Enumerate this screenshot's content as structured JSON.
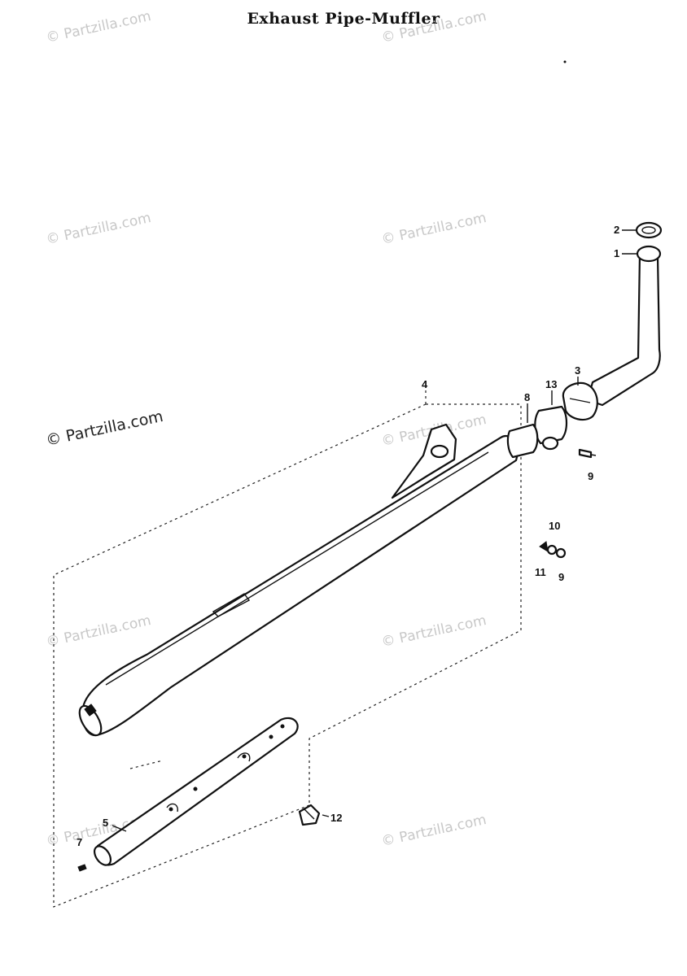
{
  "title": "Exhaust Pipe-Muffler",
  "watermark": "© Partzilla.com",
  "callouts": {
    "c1": "1",
    "c2": "2",
    "c3": "3",
    "c4": "4",
    "c5": "5",
    "c7": "7",
    "c8": "8",
    "c9a": "9",
    "c9b": "9",
    "c10": "10",
    "c11": "11",
    "c12": "12",
    "c13": "13"
  }
}
